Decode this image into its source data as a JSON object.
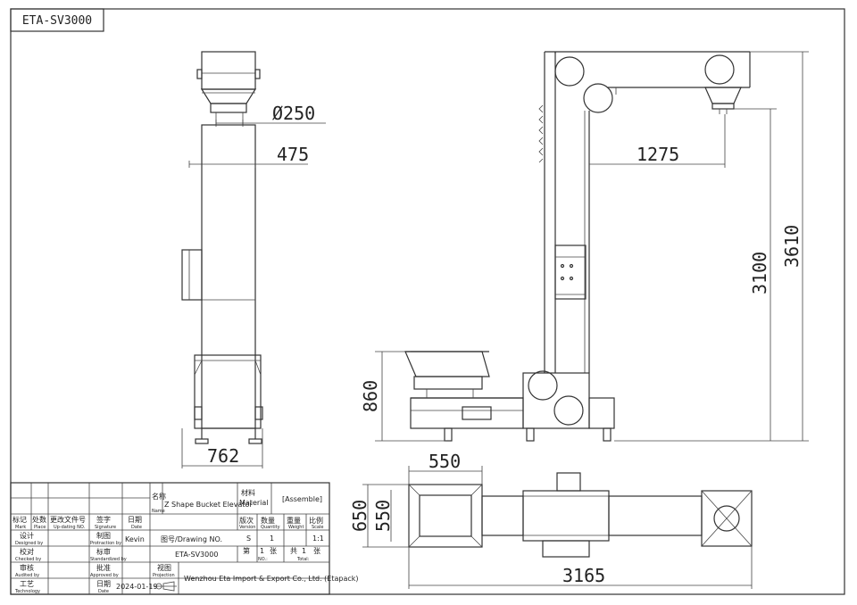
{
  "drawing_code": "ETA-SV3000",
  "dimensions": {
    "d250": "Ø250",
    "d475": "475",
    "d762": "762",
    "d1275": "1275",
    "d3100": "3100",
    "d3610": "3610",
    "d860": "860",
    "d550_top": "550",
    "d650": "650",
    "d550_side": "550",
    "d3165": "3165"
  },
  "title_block": {
    "name_label": "名称",
    "name_label_en": "Name",
    "name_value": "Z Shape Bucket Elevator",
    "material_label": "材料",
    "material_label_en": "Material",
    "material_value": "[Assemble]",
    "cols": [
      {
        "cn": "标记",
        "en": "Mark"
      },
      {
        "cn": "处数",
        "en": "Place"
      },
      {
        "cn": "更改文件号",
        "en": "Up-dating NO."
      },
      {
        "cn": "签字",
        "en": "Signature"
      },
      {
        "cn": "日期",
        "en": "Date"
      }
    ],
    "version_cols": [
      {
        "cn": "版次",
        "en": "Version"
      },
      {
        "cn": "数量",
        "en": "Quantity"
      },
      {
        "cn": "重量",
        "en": "Weight"
      },
      {
        "cn": "比例",
        "en": "Scale"
      }
    ],
    "version_value": "S",
    "quantity_value": "1",
    "scale_value": "1:1",
    "designed_cn": "设计",
    "designed_en": "Designed by",
    "protraction_cn": "制图",
    "protraction_en": "Protraction by",
    "protraction_value": "Kevin",
    "drawing_no_label": "图号/Drawing NO.",
    "drawing_no_value": "ETA-SV3000",
    "checked_cn": "校对",
    "checked_en": "Checked by",
    "standard_cn": "标审",
    "standard_en": "Standardized by",
    "sheet_cn1": "第",
    "sheet_val": "1",
    "sheet_cn2": "张",
    "sheet_en": "NO.:",
    "total_cn1": "共",
    "total_val": "1",
    "total_cn2": "张",
    "total_en": "Total:",
    "audited_cn": "审核",
    "audited_en": "Audited by",
    "approved_cn": "批准",
    "approved_en": "Approved by",
    "projection_cn": "视图",
    "projection_en": "Projection",
    "technology_cn": "工艺",
    "technology_en": "Technology",
    "date_cn": "日期",
    "date_en": "Date",
    "date_value": "2024-01-19",
    "company": "Wenzhou Eta Import & Export Co., Ltd. (Etapack)"
  }
}
